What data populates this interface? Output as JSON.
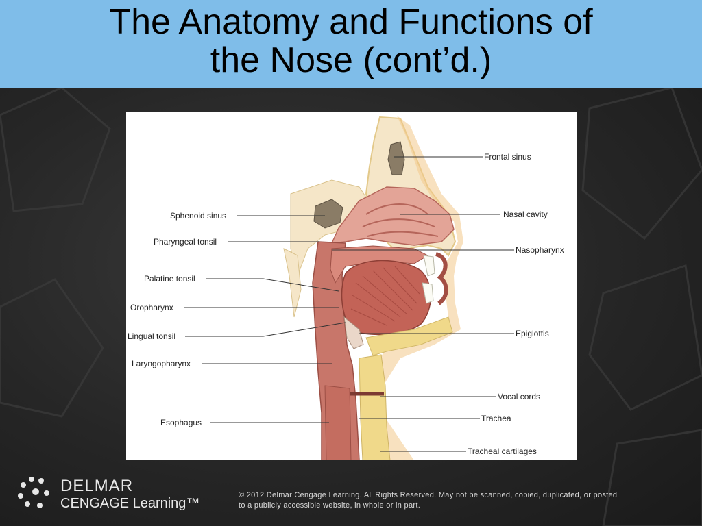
{
  "slide": {
    "title_line1": "The Anatomy and Functions of",
    "title_line2": "the Nose (cont’d.)"
  },
  "figure": {
    "labels_left": {
      "sphenoid_sinus": "Sphenoid sinus",
      "pharyngeal_tonsil": "Pharyngeal tonsil",
      "palatine_tonsil": "Palatine tonsil",
      "oropharynx": "Oropharynx",
      "lingual_tonsil": "Lingual tonsil",
      "laryngopharynx": "Laryngopharynx",
      "esophagus": "Esophagus"
    },
    "labels_right": {
      "frontal_sinus": "Frontal sinus",
      "nasal_cavity": "Nasal cavity",
      "nasopharynx": "Nasopharynx",
      "epiglottis": "Epiglottis",
      "vocal_cords": "Vocal cords",
      "trachea": "Trachea",
      "tracheal_cartilages": "Tracheal cartilages"
    }
  },
  "footer": {
    "logo_line1": "DELMAR",
    "logo_line2": "CENGAGE Learning™",
    "copyright_line1": "© 2012 Delmar Cengage Learning. All Rights Reserved. May not be scanned, copied, duplicated, or posted",
    "copyright_line2": "to a publicly accessible website, in whole or in part."
  },
  "colors": {
    "title_bar": "#7fbde9",
    "tissue": "#d9897c",
    "bone": "#f0d98a",
    "sinus": "#8a7c66"
  }
}
